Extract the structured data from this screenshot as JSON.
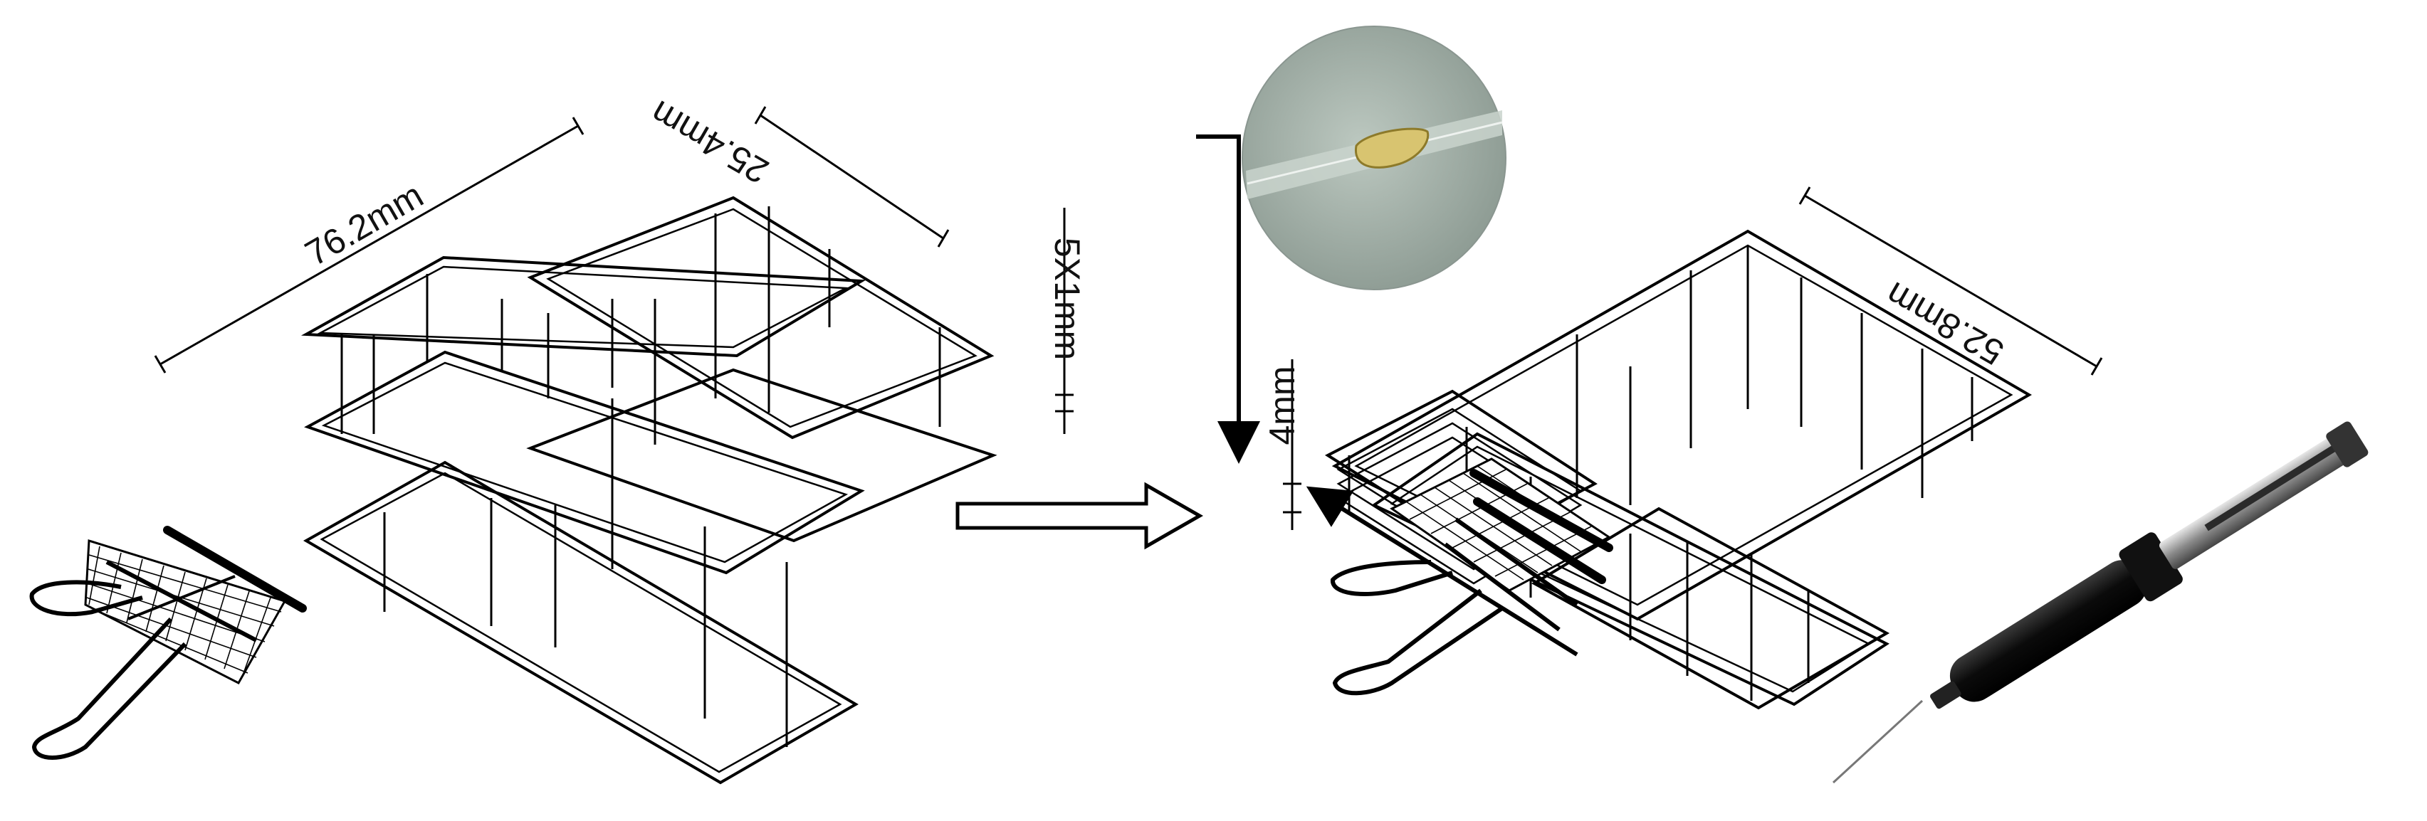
{
  "labels": {
    "slide_length": "76.2mm",
    "slide_width": "25.4mm",
    "stack_height": "5X1mm",
    "assembly_width": "52.8mm",
    "gap_height": "4mm"
  }
}
